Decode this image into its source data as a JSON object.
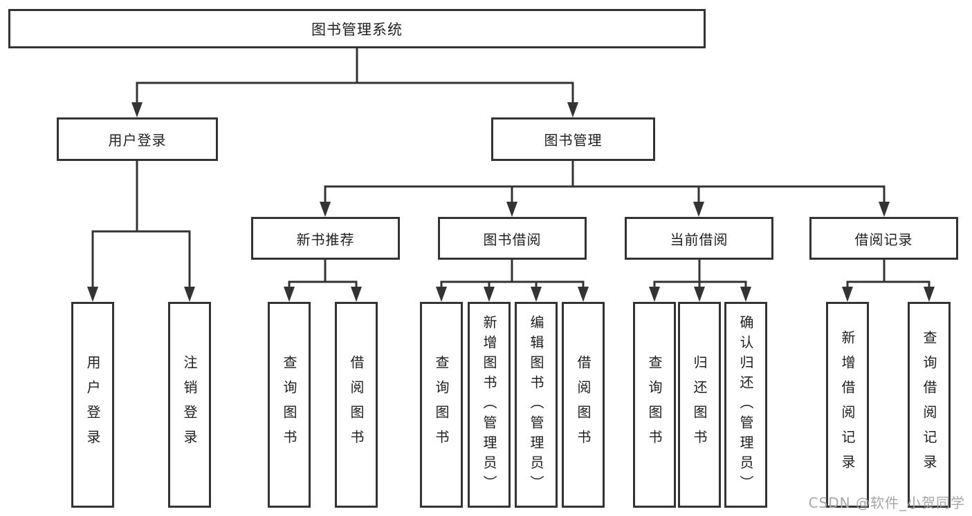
{
  "diagram": {
    "root": {
      "label": "图书管理系统"
    },
    "branches": {
      "user_login": {
        "label": "用户登录",
        "leaves": [
          {
            "label": "用户登录"
          },
          {
            "label": "注销登录"
          }
        ]
      },
      "book_management": {
        "label": "图书管理",
        "sections": [
          {
            "label": "新书推荐",
            "leaves": [
              {
                "label": "查询图书"
              },
              {
                "label": "借阅图书"
              }
            ]
          },
          {
            "label": "图书借阅",
            "leaves": [
              {
                "label": "查询图书"
              },
              {
                "label": "新增图书（管理员）"
              },
              {
                "label": "编辑图书（管理员）"
              },
              {
                "label": "借阅图书"
              }
            ]
          },
          {
            "label": "当前借阅",
            "leaves": [
              {
                "label": "查询图书"
              },
              {
                "label": "归还图书"
              },
              {
                "label": "确认归还（管理员）"
              }
            ]
          },
          {
            "label": "借阅记录",
            "leaves": [
              {
                "label": "新增借阅记录"
              },
              {
                "label": "查询借阅记录"
              }
            ]
          }
        ]
      }
    }
  },
  "watermark": {
    "text": "CSDN @软件_小贺同学"
  },
  "colors": {
    "line": "#333333",
    "text": "#1e1e1e",
    "watermark": "#a6a6a6",
    "background": "#ffffff"
  }
}
